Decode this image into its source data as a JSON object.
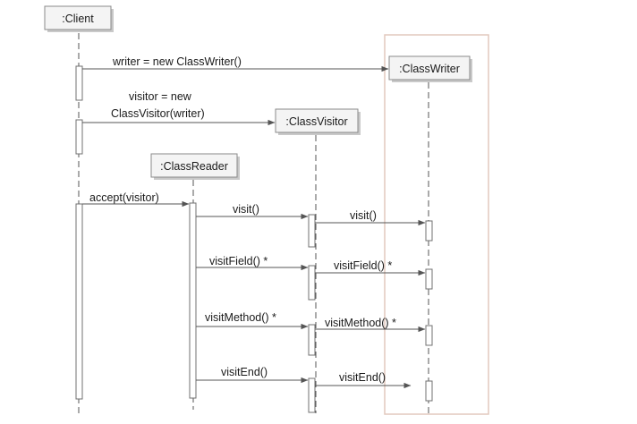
{
  "participants": {
    "client": ":Client",
    "class_writer": ":ClassWriter",
    "class_visitor": ":ClassVisitor",
    "class_reader": ":ClassReader"
  },
  "messages": {
    "writer_new": "writer = new ClassWriter()",
    "visitor_new_line1": "visitor = new",
    "visitor_new_line2": "ClassVisitor(writer)",
    "accept": "accept(visitor)",
    "visit_reader": "visit()",
    "visit_visitor": "visit()",
    "visit_field_reader": "visitField() *",
    "visit_field_visitor": "visitField() *",
    "visit_method_reader": "visitMethod() *",
    "visit_method_visitor": "visitMethod() *",
    "visit_end_reader": "visitEnd()",
    "visit_end_visitor": "visitEnd()"
  },
  "colors": {
    "highlight_frame": "#e2c9bd",
    "object_fill": "#f4f4f4",
    "line": "#555555"
  }
}
